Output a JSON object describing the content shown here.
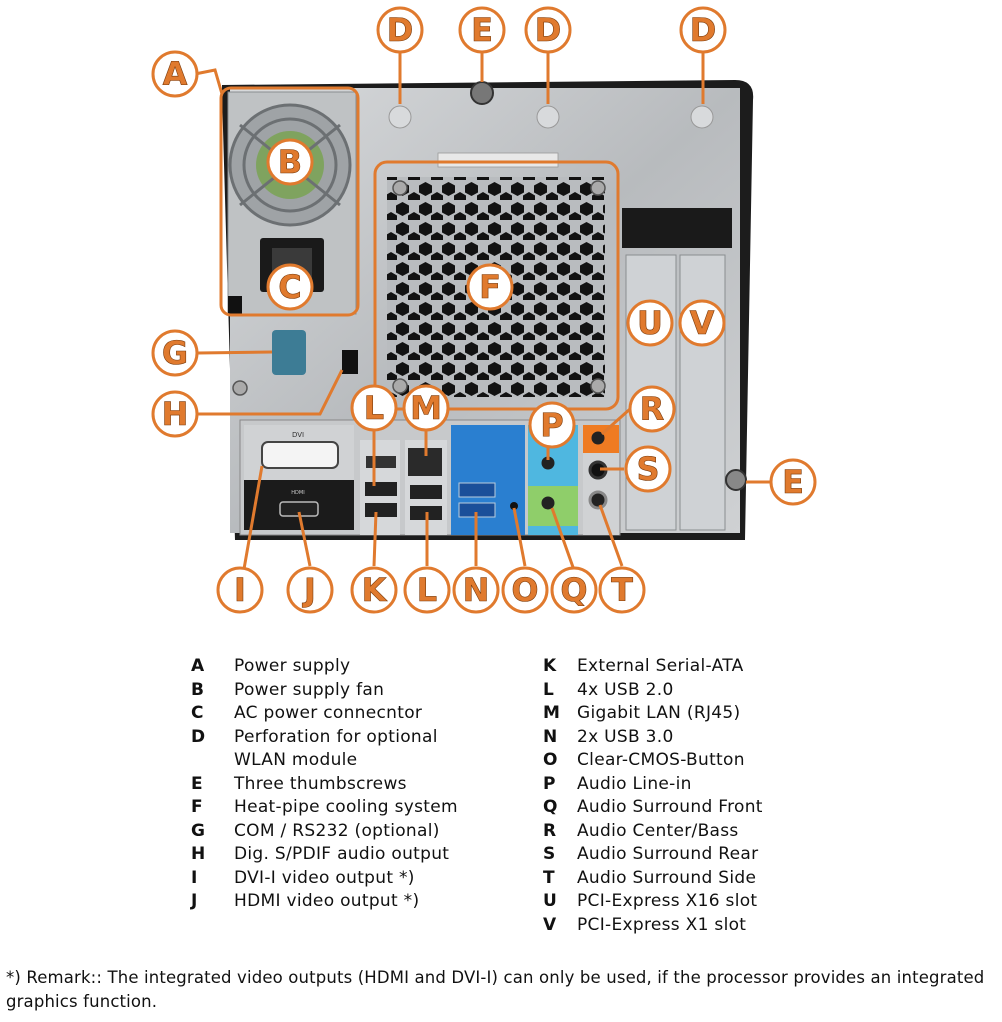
{
  "labels": [
    "A",
    "B",
    "C",
    "D",
    "E",
    "F",
    "G",
    "H",
    "I",
    "J",
    "K",
    "L",
    "M",
    "N",
    "O",
    "P",
    "Q",
    "R",
    "S",
    "T",
    "U",
    "V"
  ],
  "callouts": [
    {
      "letter": "A",
      "key": "A"
    },
    {
      "letter": "B",
      "key": "B"
    },
    {
      "letter": "C",
      "key": "C"
    },
    {
      "letter": "D",
      "key": "D1"
    },
    {
      "letter": "E",
      "key": "E1"
    },
    {
      "letter": "D",
      "key": "D2"
    },
    {
      "letter": "D",
      "key": "D3"
    },
    {
      "letter": "E",
      "key": "E2"
    },
    {
      "letter": "F",
      "key": "F"
    },
    {
      "letter": "G",
      "key": "G"
    },
    {
      "letter": "H",
      "key": "H"
    },
    {
      "letter": "L",
      "key": "L1"
    },
    {
      "letter": "M",
      "key": "M"
    },
    {
      "letter": "P",
      "key": "P"
    },
    {
      "letter": "R",
      "key": "R"
    },
    {
      "letter": "S",
      "key": "S"
    },
    {
      "letter": "U",
      "key": "U"
    },
    {
      "letter": "V",
      "key": "V"
    },
    {
      "letter": "I",
      "key": "I"
    },
    {
      "letter": "J",
      "key": "J"
    },
    {
      "letter": "K",
      "key": "K"
    },
    {
      "letter": "L",
      "key": "L2"
    },
    {
      "letter": "N",
      "key": "N"
    },
    {
      "letter": "O",
      "key": "O"
    },
    {
      "letter": "Q",
      "key": "Q"
    },
    {
      "letter": "T",
      "key": "T"
    }
  ],
  "panel_text": {
    "dvi": "DVI",
    "hdmi": "HDMI"
  },
  "legend_left": [
    {
      "key": "A",
      "text": "Power supply"
    },
    {
      "key": "B",
      "text": "Power supply fan"
    },
    {
      "key": "C",
      "text": "AC power connecntor"
    },
    {
      "key": "D",
      "text": "Perforation for optional"
    },
    {
      "key": "",
      "text": "WLAN module"
    },
    {
      "key": "E",
      "text": "Three thumbscrews"
    },
    {
      "key": "F",
      "text": "Heat-pipe cooling system"
    },
    {
      "key": "G",
      "text": "COM / RS232 (optional)"
    },
    {
      "key": "H",
      "text": "Dig. S/PDIF audio output"
    },
    {
      "key": "I",
      "text": "DVI-I video output *)"
    },
    {
      "key": "J",
      "text": "HDMI video output *)"
    }
  ],
  "legend_right": [
    {
      "key": "K",
      "text": "External Serial-ATA"
    },
    {
      "key": "L",
      "text": "4x USB 2.0"
    },
    {
      "key": "M",
      "text": "Gigabit LAN (RJ45)"
    },
    {
      "key": "N",
      "text": "2x USB 3.0"
    },
    {
      "key": "O",
      "text": "Clear-CMOS-Button"
    },
    {
      "key": "P",
      "text": "Audio Line-in"
    },
    {
      "key": "Q",
      "text": "Audio Surround Front"
    },
    {
      "key": "R",
      "text": "Audio Center/Bass"
    },
    {
      "key": "S",
      "text": "Audio Surround Rear"
    },
    {
      "key": "T",
      "text": "Audio Surround Side"
    },
    {
      "key": "U",
      "text": "PCI-Express X16 slot"
    },
    {
      "key": "V",
      "text": "PCI-Express X1 slot"
    }
  ],
  "remark": "*) Remark:: The integrated video outputs (HDMI and DVI-I) can only be used, if the processor provides an integrated graphics function.",
  "colors": {
    "accent": "#e07a2e",
    "chassis": "#1a1a1a",
    "panel": "#c9cbcd",
    "io_blue": "#2a7fd0",
    "audio_lightblue": "#4fb7e0",
    "audio_green": "#8fce6a",
    "audio_orange": "#ef7b22"
  }
}
